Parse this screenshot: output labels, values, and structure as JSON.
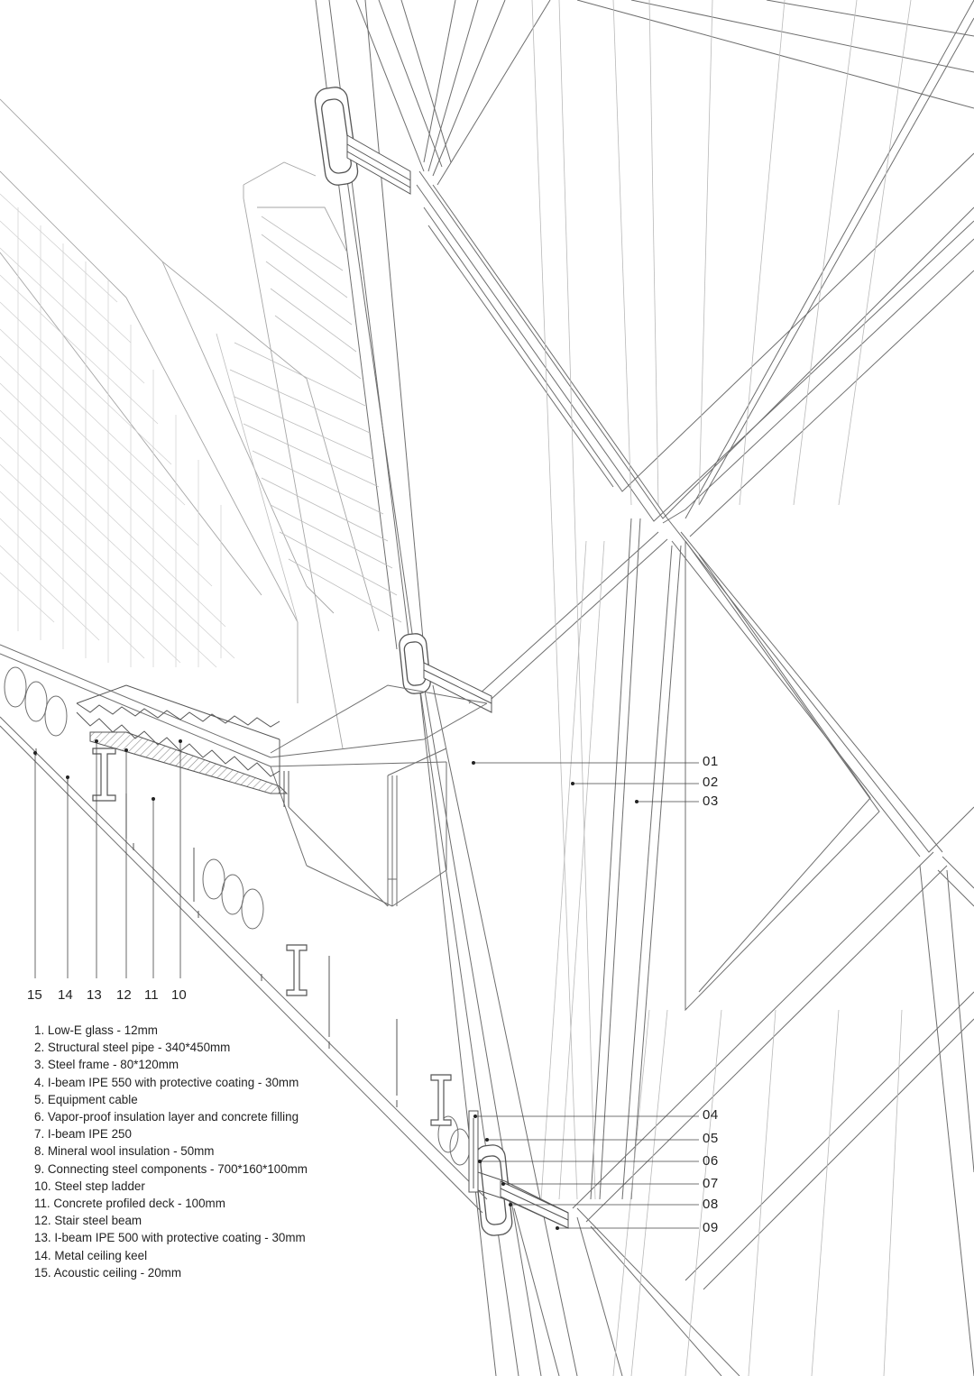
{
  "colors": {
    "line": "#6e6e6e",
    "light_line": "#b9b9b9",
    "hatch": "#8d8d8d",
    "text": "#222222",
    "background": "#ffffff"
  },
  "callouts_right": [
    "01",
    "02",
    "03",
    "04",
    "05",
    "06",
    "07",
    "08",
    "09"
  ],
  "callouts_bottom": [
    "15",
    "14",
    "13",
    "12",
    "11",
    "10"
  ],
  "legend": [
    "1. Low-E glass - 12mm",
    "2. Structural steel pipe - 340*450mm",
    "3. Steel frame - 80*120mm",
    "4. I-beam IPE 550 with protective coating - 30mm",
    "5. Equipment cable",
    "6. Vapor-proof insulation layer and concrete filling",
    "7. I-beam IPE 250",
    "8. Mineral wool insulation - 50mm",
    "9. Connecting steel components - 700*160*100mm",
    "10. Steel step ladder",
    "11. Concrete profiled deck - 100mm",
    "12. Stair steel beam",
    "13. I-beam IPE 500 with protective coating - 30mm",
    "14. Metal ceiling keel",
    "15. Acoustic ceiling - 20mm"
  ]
}
